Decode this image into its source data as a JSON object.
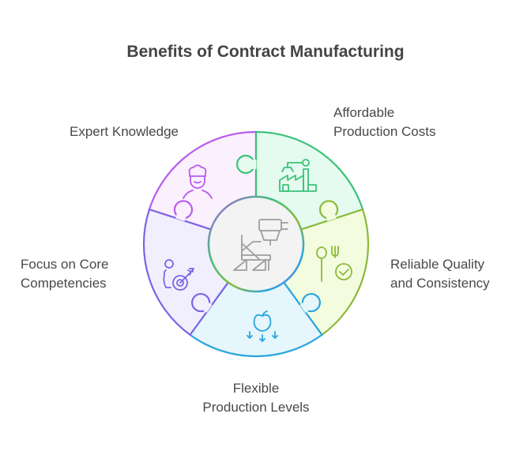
{
  "title": "Benefits of Contract Manufacturing",
  "segments": [
    {
      "label": [
        "Expert Knowledge"
      ],
      "icon": "chef-icon",
      "stroke": "#b75ced",
      "fill": "#fbf0fd"
    },
    {
      "label": [
        "Affordable",
        "Production Costs"
      ],
      "icon": "factory-robot-arm-icon",
      "stroke": "#3cc27a",
      "fill": "#e5fbef"
    },
    {
      "label": [
        "Reliable Quality",
        "and Consistency"
      ],
      "icon": "utensils-check-icon",
      "stroke": "#8cb93a",
      "fill": "#f3fcdf"
    },
    {
      "label": [
        "Flexible",
        "Production Levels"
      ],
      "icon": "apple-arrows-down-icon",
      "stroke": "#2ba6dc",
      "fill": "#e5f6fd"
    },
    {
      "label": [
        "Focus on Core",
        "Competencies"
      ],
      "icon": "person-target-icon",
      "stroke": "#7c64e6",
      "fill": "#f1effd"
    }
  ],
  "center": {
    "icon": "manufacturing-machine-icon",
    "fill": "#f3f3f3",
    "stroke": "#9e9e9e"
  }
}
